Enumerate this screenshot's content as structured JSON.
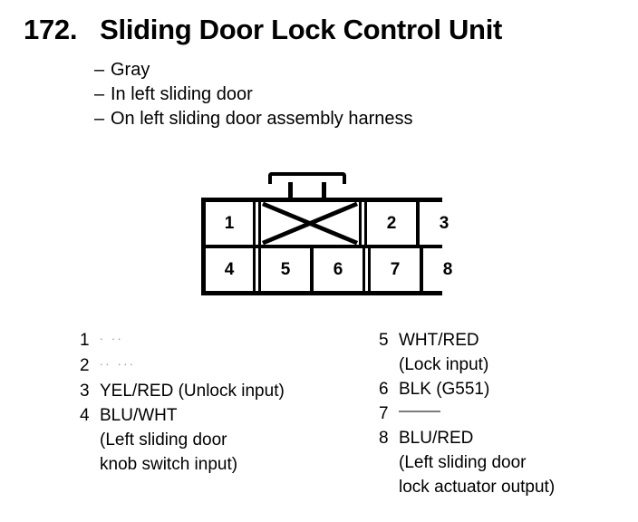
{
  "header": {
    "number": "172.",
    "title": "Sliding Door Lock Control Unit",
    "subheads": [
      {
        "dash": "–",
        "text": "Gray"
      },
      {
        "dash": "–",
        "text": "In left sliding door"
      },
      {
        "dash": "–",
        "text": "On left sliding door assembly harness"
      }
    ]
  },
  "connector": {
    "name": "8-pin connector",
    "latch": "latch-tab",
    "top_row": [
      "1",
      "",
      "2",
      "3"
    ],
    "bottom_row": [
      "4",
      "5",
      "6",
      "7",
      "8"
    ],
    "cells": {
      "c1": "1",
      "c2": "2",
      "c3": "3",
      "c4": "4",
      "c5": "5",
      "c6": "6",
      "c7": "7",
      "c8": "8"
    },
    "blocked_cell_marker": "X"
  },
  "pins": {
    "left": [
      {
        "num": "1",
        "desc": "",
        "sub": "",
        "blank": true,
        "blank_style": "dots"
      },
      {
        "num": "2",
        "desc": "",
        "sub": "",
        "blank": true,
        "blank_style": "dots"
      },
      {
        "num": "3",
        "desc": "YEL/RED (Unlock input)",
        "sub": ""
      },
      {
        "num": "4",
        "desc": "BLU/WHT",
        "sub": "(Left sliding door",
        "sub2": "knob switch input)"
      }
    ],
    "right": [
      {
        "num": "5",
        "desc": "WHT/RED",
        "sub": "(Lock input)"
      },
      {
        "num": "6",
        "desc": "BLK (G551)",
        "sub": ""
      },
      {
        "num": "7",
        "desc": "",
        "sub": "",
        "blank": true,
        "blank_style": "line"
      },
      {
        "num": "8",
        "desc": "BLU/RED",
        "sub": "(Left sliding door",
        "sub2": "lock actuator output)"
      }
    ]
  },
  "colors": {
    "ink": "#000000",
    "paper": "#ffffff",
    "faded": "#8c8c8c"
  }
}
